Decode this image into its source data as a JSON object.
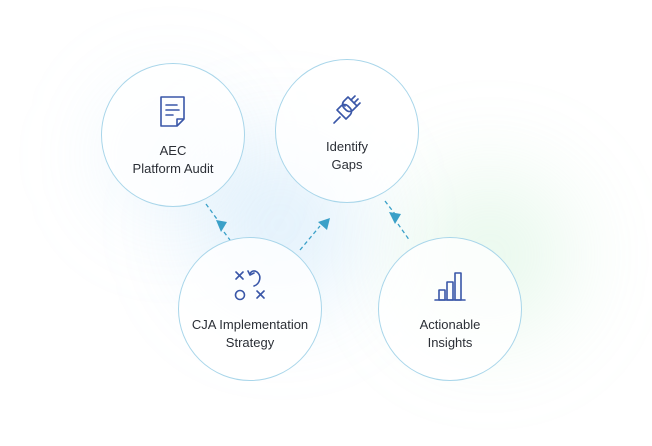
{
  "diagram": {
    "colors": {
      "circle_border": "#a9d6ea",
      "icon": "#3a57a8",
      "arrow": "#3aa0c8",
      "text": "#2b2f36"
    },
    "nodes": [
      {
        "id": "audit",
        "label": "AEC\nPlatform Audit",
        "icon": "document-icon"
      },
      {
        "id": "gaps",
        "label": "Identify\nGaps",
        "icon": "plug-icon"
      },
      {
        "id": "strategy",
        "label": "CJA Implementation\nStrategy",
        "icon": "strategy-play-icon"
      },
      {
        "id": "insights",
        "label": "Actionable\nInsights",
        "icon": "bar-chart-icon"
      }
    ],
    "edges": [
      {
        "from": "audit",
        "to": "strategy"
      },
      {
        "from": "strategy",
        "to": "gaps"
      },
      {
        "from": "gaps",
        "to": "insights"
      }
    ]
  }
}
